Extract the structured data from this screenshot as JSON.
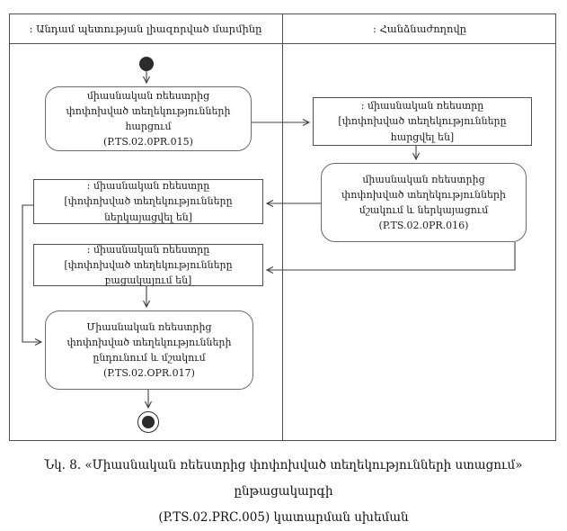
{
  "colors": {
    "frame_line": "#4f4f4f",
    "action_border": "#6b6b6b",
    "object_border": "#4f4f4f",
    "connector": "#3f3f3f",
    "terminal_fill": "#2b2b2b",
    "background": "#ffffff"
  },
  "lanes": {
    "left": ": Անդամ պետության լիազորված մարմինը",
    "right": ": Հանձնաժողովը"
  },
  "nodes": {
    "action_015": {
      "text": "միասնական ռեեստրից փոփոխված տեղեկությունների հարցում",
      "code": "(P.TS.02.0PR.015)"
    },
    "object_requested": {
      "title": ": միասնական ռեեստրը",
      "state": "[փոփոխված տեղեկությունները հարցվել են]"
    },
    "action_016": {
      "text": "միասնական ռեեստրից փոփոխված տեղեկությունների մշակում և ներկայացում (P.TS.02.0PR.016)"
    },
    "object_submitted": {
      "title": ": միասնական ռեեստրը",
      "state": "[փոփոխված տեղեկությունները ներկայացվել են]"
    },
    "object_missing": {
      "title": ": միասնական ռեեստրը",
      "state": "[փոփոխված տեղեկությունները բացակայում են]"
    },
    "action_017": {
      "text": "Միասնական ռեեստրից փոփոխված տեղեկությունների ընդունում և մշակում (P.TS.02.OPR.017)"
    }
  },
  "caption": {
    "line1": "Նկ. 8. «Միասնական ռեեստրից փոփոխված տեղեկությունների ստացում» ընթացակարգի",
    "line2": "(P.TS.02.PRC.005) կատարման սխեման"
  }
}
